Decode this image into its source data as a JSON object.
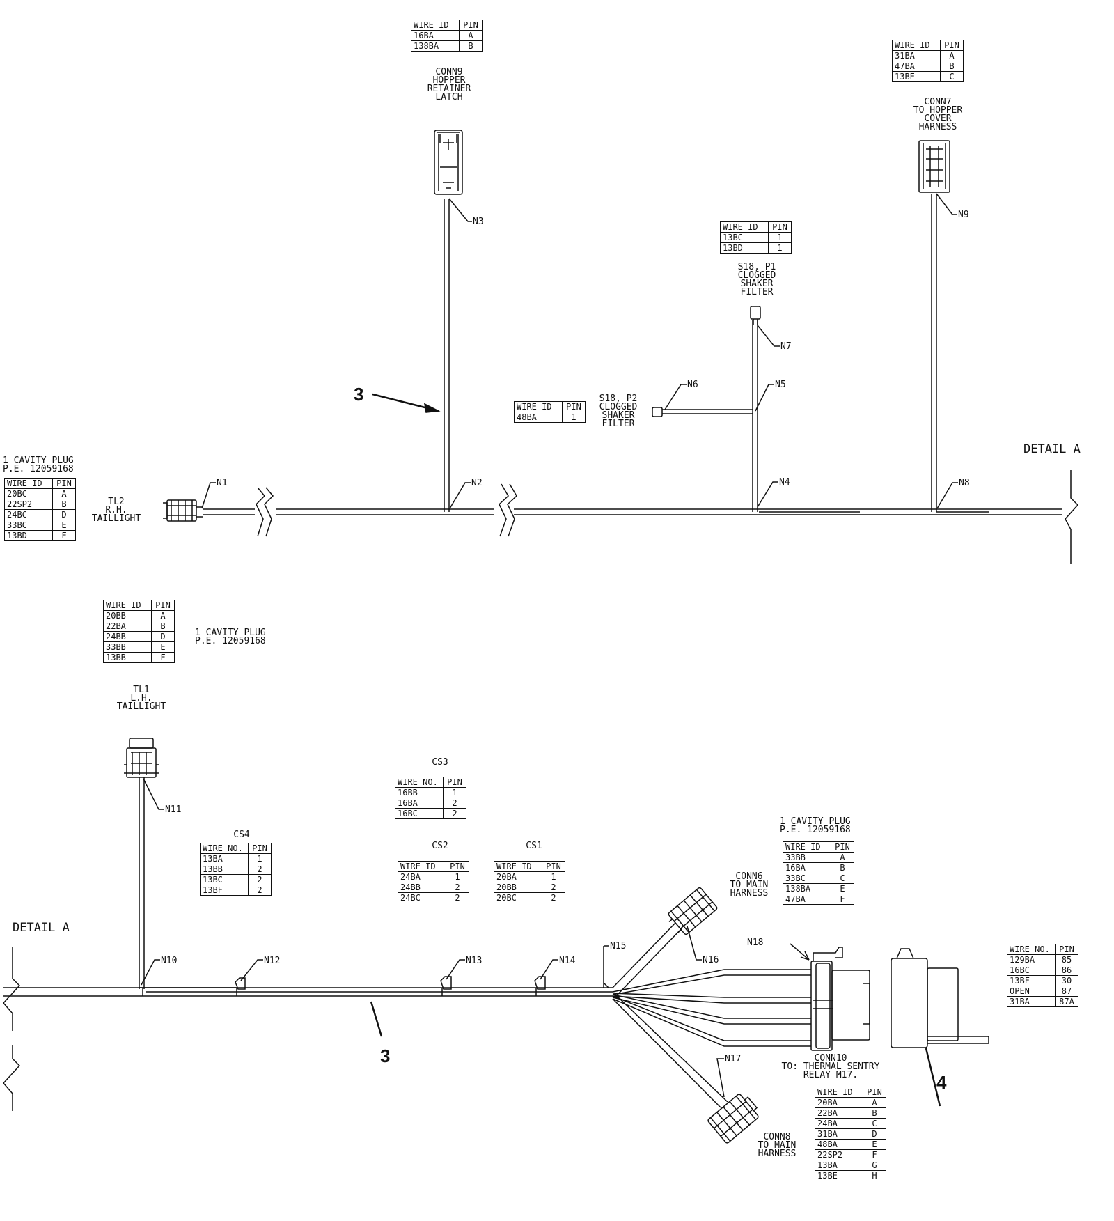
{
  "callouts": {
    "harness_upper": "3",
    "harness_lower": "3",
    "relay": "4"
  },
  "details": {
    "detail_right": "DETAIL A",
    "detail_left": "DETAIL A"
  },
  "nodes": [
    "N1",
    "N2",
    "N3",
    "N4",
    "N5",
    "N6",
    "N7",
    "N8",
    "N9",
    "N10",
    "N11",
    "N12",
    "N13",
    "N14",
    "N15",
    "N16",
    "N17",
    "N18"
  ],
  "components": {
    "conn9": [
      "CONN9",
      "HOPPER",
      "RETAINER",
      "LATCH"
    ],
    "conn7": [
      "CONN7",
      "TO HOPPER",
      "COVER",
      "HARNESS"
    ],
    "s18p1": [
      "S18, P1",
      "CLOGGED",
      "SHAKER",
      "FILTER"
    ],
    "s18p2": [
      "S18, P2",
      "CLOGGED",
      "SHAKER",
      "FILTER"
    ],
    "tl2": [
      "TL2",
      "R.H.",
      "TAILLIGHT"
    ],
    "tl1": [
      "TL1",
      "L.H.",
      "TAILLIGHT"
    ],
    "plug_tl2": [
      "1 CAVITY PLUG",
      "P.E. 12059168"
    ],
    "plug_tl1": [
      "1 CAVITY PLUG",
      "P.E. 12059168"
    ],
    "plug_conn6": [
      "1 CAVITY PLUG",
      "P.E. 12059168"
    ],
    "conn6": [
      "CONN6",
      "TO MAIN",
      "HARNESS"
    ],
    "conn8": [
      "CONN8",
      "TO MAIN",
      "HARNESS"
    ],
    "conn10": [
      "CONN10",
      "TO: THERMAL SENTRY",
      "RELAY M17."
    ],
    "cs1": "CS1",
    "cs2": "CS2",
    "cs3": "CS3",
    "cs4": "CS4"
  },
  "tables": {
    "conn9": {
      "h1": "WIRE ID",
      "h2": "PIN",
      "rows": [
        [
          "16BA",
          "A"
        ],
        [
          "138BA",
          "B"
        ]
      ]
    },
    "conn7": {
      "h1": "WIRE ID",
      "h2": "PIN",
      "rows": [
        [
          "31BA",
          "A"
        ],
        [
          "47BA",
          "B"
        ],
        [
          "13BE",
          "C"
        ]
      ]
    },
    "s18p1": {
      "h1": "WIRE ID",
      "h2": "PIN",
      "rows": [
        [
          "13BC",
          "1"
        ],
        [
          "13BD",
          "1"
        ]
      ]
    },
    "s18p2": {
      "h1": "WIRE ID",
      "h2": "PIN",
      "rows": [
        [
          "48BA",
          "1"
        ]
      ]
    },
    "tl2": {
      "h1": "WIRE ID",
      "h2": "PIN",
      "rows": [
        [
          "20BC",
          "A"
        ],
        [
          "22SP2",
          "B"
        ],
        [
          "24BC",
          "D"
        ],
        [
          "33BC",
          "E"
        ],
        [
          "13BD",
          "F"
        ]
      ]
    },
    "tl1": {
      "h1": "WIRE ID",
      "h2": "PIN",
      "rows": [
        [
          "20BB",
          "A"
        ],
        [
          "22BA",
          "B"
        ],
        [
          "24BB",
          "D"
        ],
        [
          "33BB",
          "E"
        ],
        [
          "13BB",
          "F"
        ]
      ]
    },
    "cs3": {
      "h1": "WIRE NO.",
      "h2": "PIN",
      "rows": [
        [
          "16BB",
          "1"
        ],
        [
          "16BA",
          "2"
        ],
        [
          "16BC",
          "2"
        ]
      ]
    },
    "cs4": {
      "h1": "WIRE NO.",
      "h2": "PIN",
      "rows": [
        [
          "13BA",
          "1"
        ],
        [
          "13BB",
          "2"
        ],
        [
          "13BC",
          "2"
        ],
        [
          "13BF",
          "2"
        ]
      ]
    },
    "cs2": {
      "h1": "WIRE ID",
      "h2": "PIN",
      "rows": [
        [
          "24BA",
          "1"
        ],
        [
          "24BB",
          "2"
        ],
        [
          "24BC",
          "2"
        ]
      ]
    },
    "cs1": {
      "h1": "WIRE ID",
      "h2": "PIN",
      "rows": [
        [
          "20BA",
          "1"
        ],
        [
          "20BB",
          "2"
        ],
        [
          "20BC",
          "2"
        ]
      ]
    },
    "conn6": {
      "h1": "WIRE ID",
      "h2": "PIN",
      "rows": [
        [
          "33BB",
          "A"
        ],
        [
          "16BA",
          "B"
        ],
        [
          "33BC",
          "C"
        ],
        [
          "138BA",
          "E"
        ],
        [
          "47BA",
          "F"
        ]
      ]
    },
    "relay": {
      "h1": "WIRE NO.",
      "h2": "PIN",
      "rows": [
        [
          "129BA",
          "85"
        ],
        [
          "16BC",
          "86"
        ],
        [
          "13BF",
          "30"
        ],
        [
          "OPEN",
          "87"
        ],
        [
          "31BA",
          "87A"
        ]
      ]
    },
    "conn8": {
      "h1": "WIRE ID",
      "h2": "PIN",
      "rows": [
        [
          "20BA",
          "A"
        ],
        [
          "22BA",
          "B"
        ],
        [
          "24BA",
          "C"
        ],
        [
          "31BA",
          "D"
        ],
        [
          "48BA",
          "E"
        ],
        [
          "22SP2",
          "F"
        ],
        [
          "13BA",
          "G"
        ],
        [
          "13BE",
          "H"
        ]
      ]
    }
  }
}
